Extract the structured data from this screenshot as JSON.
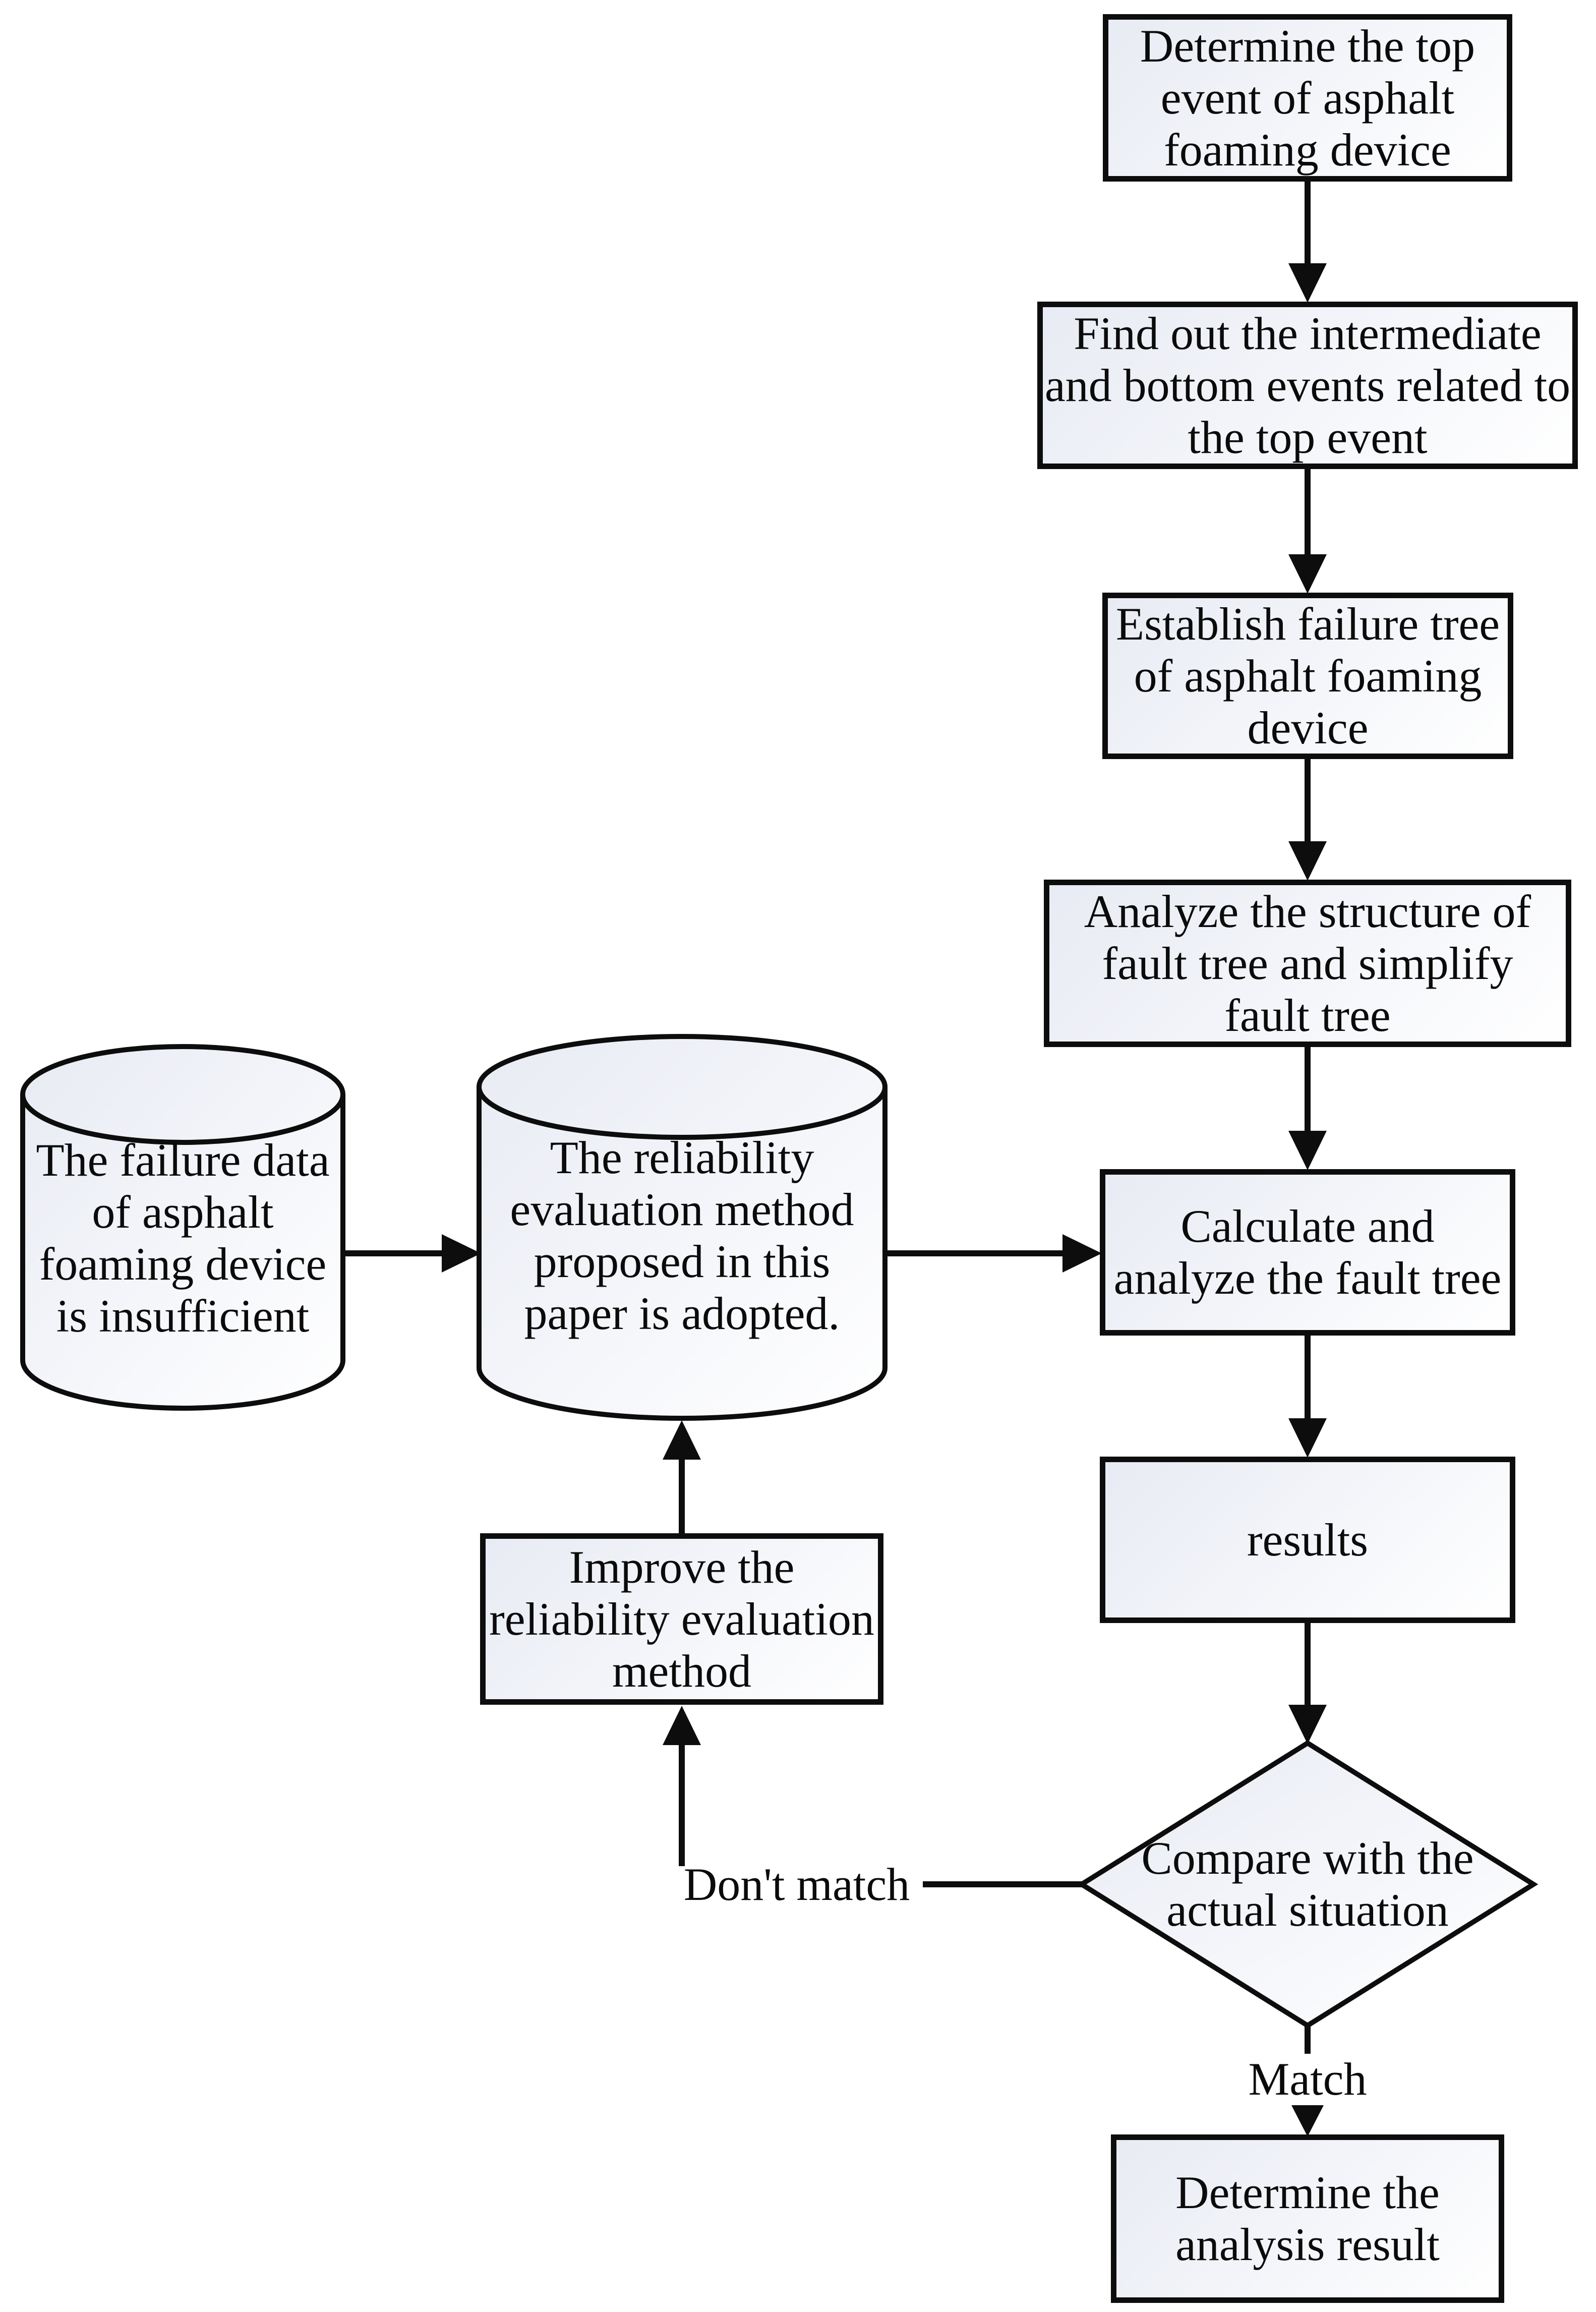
{
  "nodes": {
    "determine_top_event": {
      "label": "Determine the top\nevent of asphalt\nfoaming device"
    },
    "find_related_events": {
      "label": "Find out the intermediate\nand bottom events related to\nthe top event"
    },
    "establish_failure_tree": {
      "label": "Establish failure tree\nof asphalt foaming\ndevice"
    },
    "analyze_structure": {
      "label": "Analyze the structure of\nfault tree and simplify\nfault tree"
    },
    "calculate_analyze": {
      "label": "Calculate and\nanalyze the fault tree"
    },
    "results": {
      "label": "results"
    },
    "compare_decision": {
      "label": "Compare with the\nactual situation"
    },
    "determine_analysis_result": {
      "label": "Determine the\nanalysis result"
    },
    "failure_data_store": {
      "label": "The failure data\nof asphalt\nfoaming device\nis insufficient"
    },
    "method_adopted_store": {
      "label": "The reliability\nevaluation method\nproposed in this\npaper is adopted."
    },
    "improve_method": {
      "label": "Improve the\nreliability evaluation\nmethod"
    }
  },
  "edge_labels": {
    "match": "Match",
    "dont_match": "Don't match"
  },
  "colors": {
    "stroke": "#0d0d0d",
    "fill_tint": "#e8ebf3",
    "fill_white": "#ffffff",
    "text": "#0b0b0b",
    "background": "#ffffff"
  }
}
